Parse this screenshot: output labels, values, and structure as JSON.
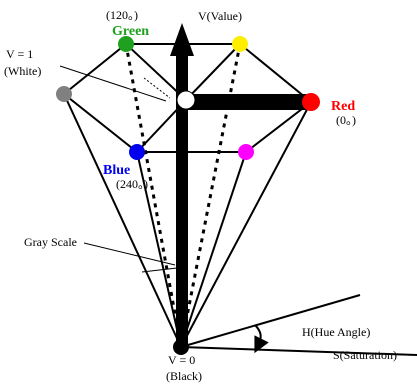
{
  "title": "",
  "colors": {
    "green": "#1fa01f",
    "yellow": "#ffee00",
    "gray": "#808080",
    "white": "#ffffff",
    "red": "#ff0000",
    "blue": "#0000ee",
    "magenta": "#ff00ff",
    "line": "#000000"
  },
  "labels": {
    "value_axis": "V(Value)",
    "green_angle": "(120。)",
    "green": "Green",
    "v1": "V = 1",
    "white": "(White)",
    "red": "Red",
    "red_angle": "(0。)",
    "blue": "Blue",
    "blue_angle": "(240。)",
    "gray_scale": "Gray Scale",
    "v0": "V = 0",
    "black": "(Black)",
    "hue": "H(Hue Angle)",
    "saturation": "S(Saturation)"
  }
}
